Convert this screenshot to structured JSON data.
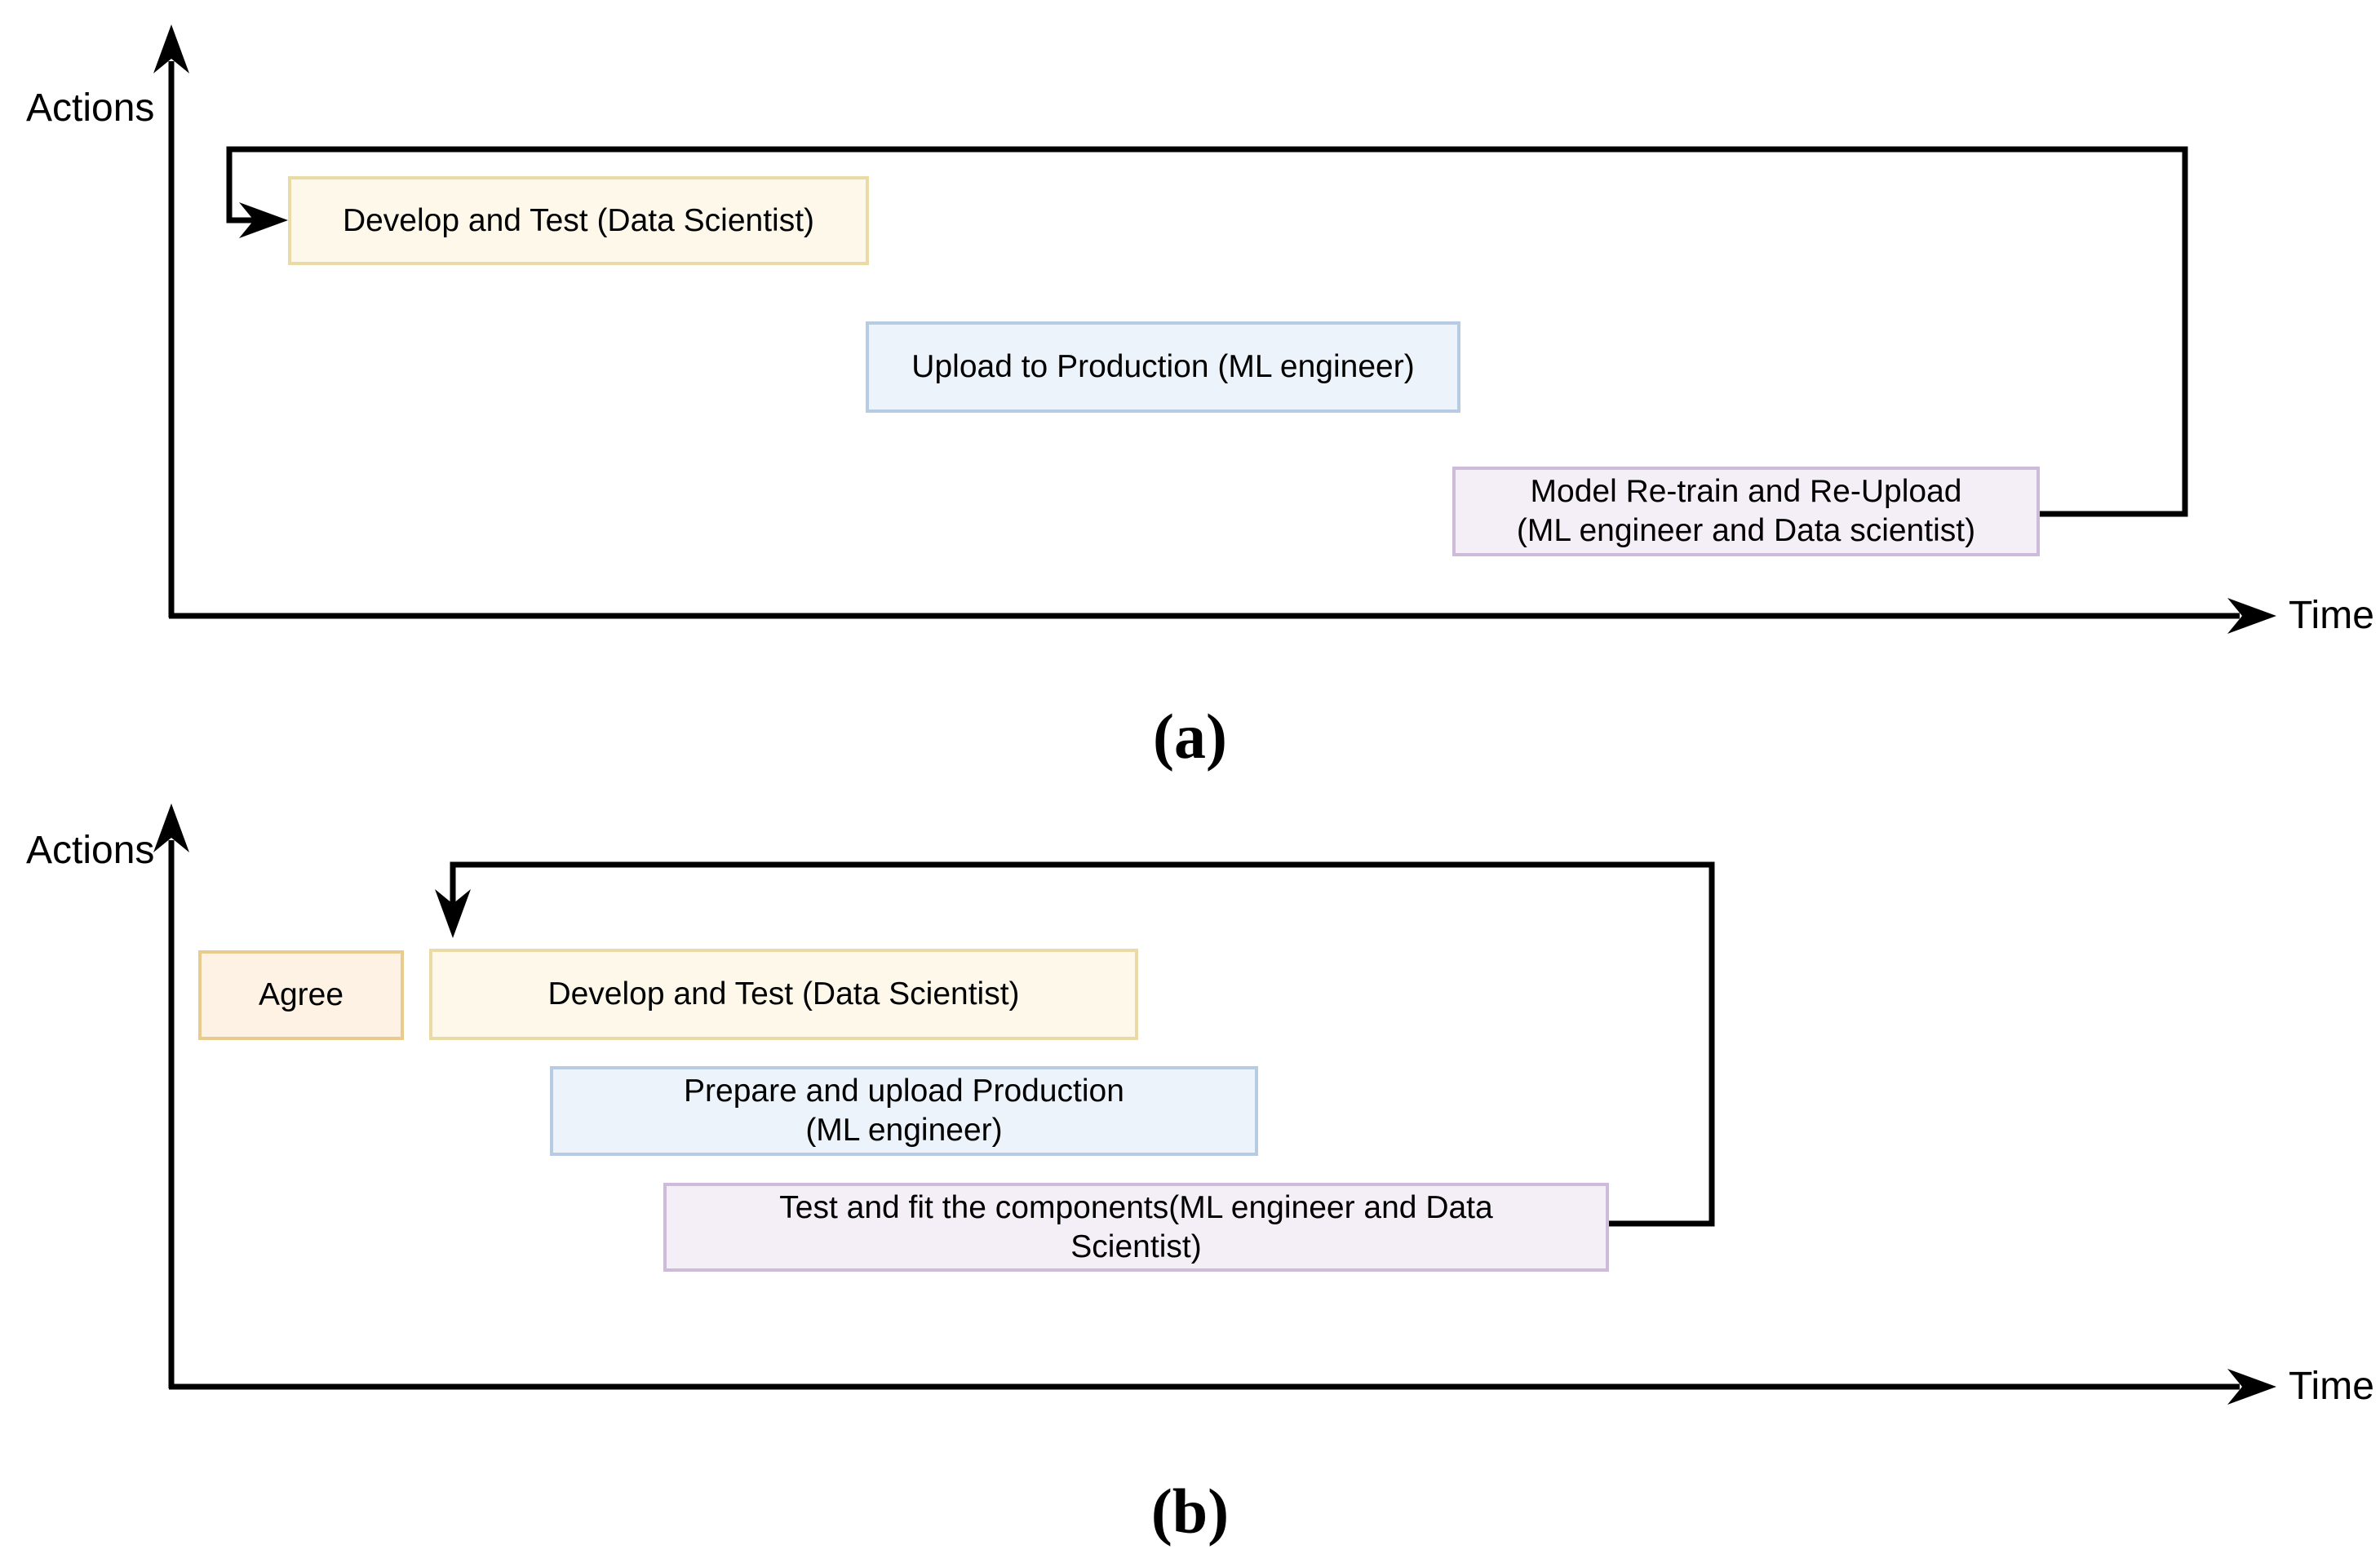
{
  "figure": {
    "background": "#ffffff",
    "line_color": "#000000"
  },
  "colors": {
    "yellow": {
      "fill": "#FDF8E9",
      "border": "#E9DAA6"
    },
    "blue": {
      "fill": "#EDF3FB",
      "border": "#B7CBE3"
    },
    "purple": {
      "fill": "#F4EEF7",
      "border": "#CDBBD9"
    },
    "orange": {
      "fill": "#FDF2E3",
      "border": "#EACB8E"
    }
  },
  "diagrams": [
    {
      "id": "a",
      "caption": "(a)",
      "y_axis_label": "Actions",
      "x_axis_label": "Time",
      "boxes": [
        {
          "label": "Develop and Test (Data Scientist)",
          "color": "yellow"
        },
        {
          "label": "Upload to Production (ML engineer)",
          "color": "blue"
        },
        {
          "label": "Model Re-train and Re-Upload\n(ML engineer and Data scientist)",
          "color": "purple"
        }
      ]
    },
    {
      "id": "b",
      "caption": "(b)",
      "y_axis_label": "Actions",
      "x_axis_label": "Time",
      "boxes": [
        {
          "label": "Agree",
          "color": "orange"
        },
        {
          "label": "Develop and Test (Data Scientist)",
          "color": "yellow"
        },
        {
          "label": "Prepare and upload Production\n(ML engineer)",
          "color": "blue"
        },
        {
          "label": "Test and fit the components(ML engineer and Data\nScientist)",
          "color": "purple"
        }
      ]
    }
  ]
}
